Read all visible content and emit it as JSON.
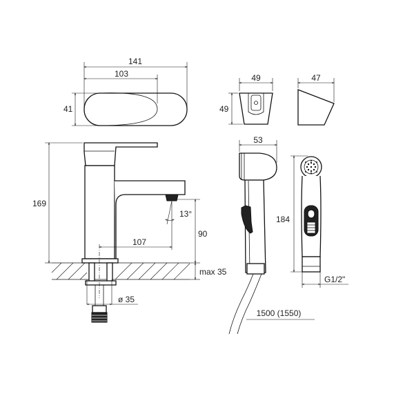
{
  "dimensions": {
    "handle_total_width": "141",
    "handle_inner_width": "103",
    "handle_depth": "41",
    "holder_width": "49",
    "holder_height": "49",
    "holder_side_width": "47",
    "faucet_height": "169",
    "spout_reach": "107",
    "spout_height": "90",
    "spout_angle": "13°",
    "max_thickness": "max 35",
    "hole_diameter": "ø 35",
    "shower_head_width": "53",
    "shower_length": "184",
    "thread": "G1/2\"",
    "hose_length": "1500 (1550)"
  },
  "colors": {
    "line": "#111111",
    "background": "#ffffff"
  }
}
